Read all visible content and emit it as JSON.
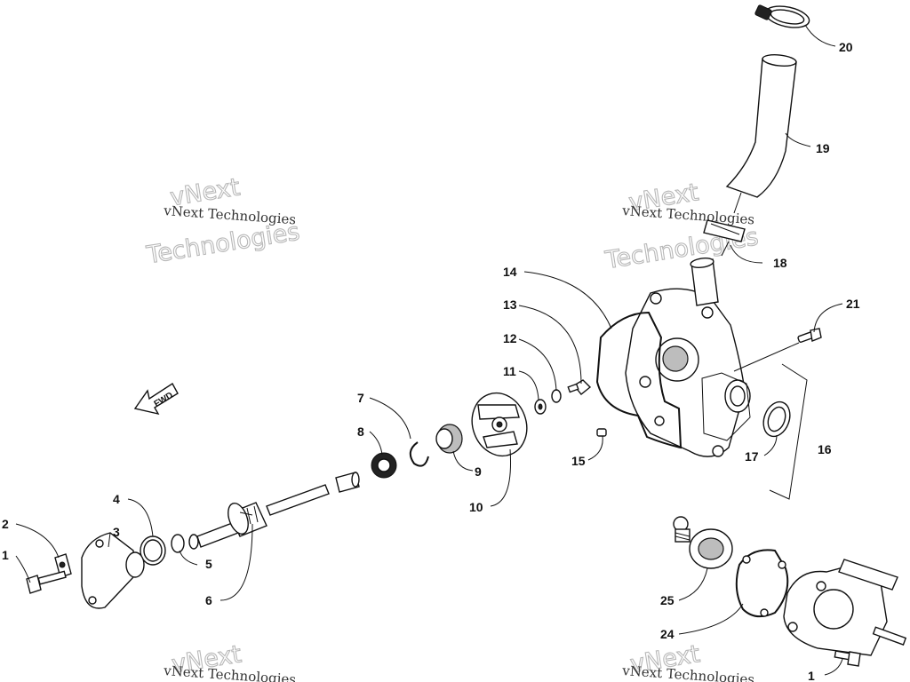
{
  "diagram": {
    "callouts": {
      "c1a": "1",
      "c2": "2",
      "c3": "3",
      "c4": "4",
      "c5": "5",
      "c6": "6",
      "c7": "7",
      "c8": "8",
      "c9": "9",
      "c10": "10",
      "c11": "11",
      "c12": "12",
      "c13": "13",
      "c14": "14",
      "c15": "15",
      "c16": "16",
      "c17": "17",
      "c18": "18",
      "c19": "19",
      "c20": "20",
      "c21": "21",
      "c24": "24",
      "c25": "25",
      "c1b": "1"
    },
    "fwd_label": "FWD",
    "watermark": {
      "line1": "vNext Technologies",
      "big1": "vNext",
      "big2": "Technologies"
    }
  }
}
